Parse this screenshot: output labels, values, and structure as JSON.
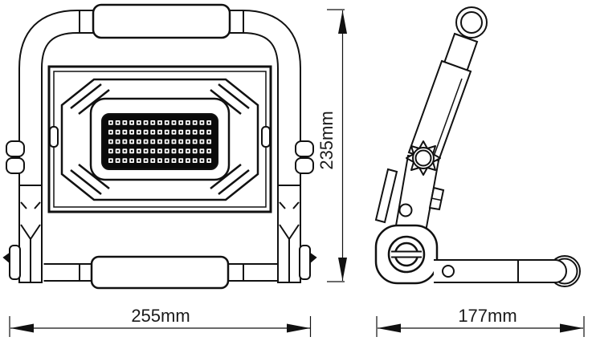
{
  "dimensions": {
    "width": {
      "label": "255mm"
    },
    "height": {
      "label": "235mm"
    },
    "depth": {
      "label": "177mm"
    }
  },
  "led_panel": {
    "rows": 5,
    "cols": 15
  },
  "colors": {
    "line": "#111111",
    "background": "#ffffff",
    "led_panel_fill": "#0a0a0a",
    "led_body": "#ffffff",
    "led_dot": "#111111"
  }
}
